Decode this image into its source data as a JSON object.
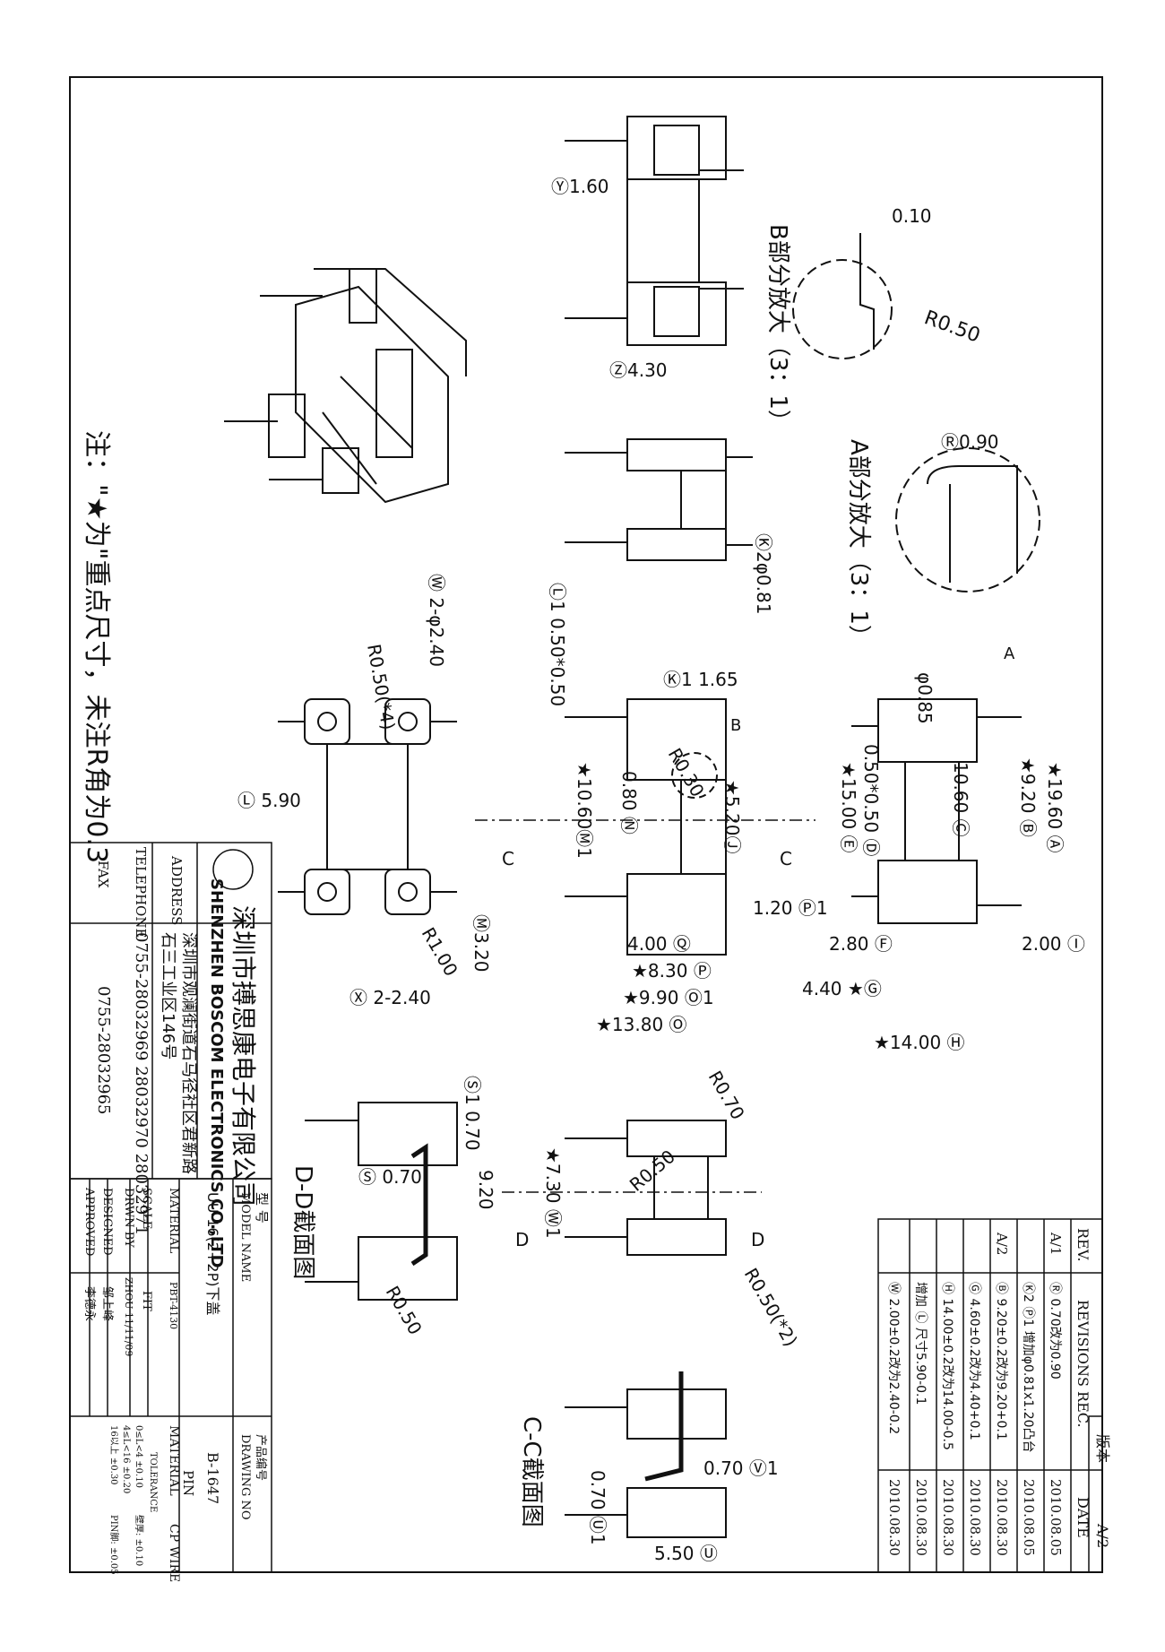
{
  "note": "注：\"★为\"重点尺寸，未注R角为0.3",
  "company": {
    "name_cn": "深圳市搏思康电子有限公司",
    "name_en": "SHENZHEN BOSCOM ELECTRONICS CO.,LTD",
    "address_label": "ADDRESS",
    "address_line1": "深圳市观澜街道石马径社区君新路",
    "address_line2": "石三工业区146号",
    "telephone_label": "TELEPHONE",
    "telephone": "0755-28032969 28032970 28032971",
    "fax_label": "FAX",
    "fax": "0755-28032965"
  },
  "title_block": {
    "model_label_cn": "型 号",
    "model_label": "MODEL NAME",
    "model_value": "UU-16(2+2P)下盖",
    "material_label": "MATERIAL",
    "material_value": "PBT-4130",
    "scale_label": "SCALE",
    "scale_value": "FIT",
    "drwn_label": "DRWN BY",
    "drwn_value": "ZHOU 11/11/09",
    "designed_label": "DESIGNED",
    "designed_value": "邹上峰",
    "approved_label": "APPROVED",
    "approved_value": "李德永",
    "drawing_label_cn": "产品编号",
    "drawing_label": "DRAWING NO",
    "drawing_value": "B-1647",
    "pin_label": "PIN",
    "pin_material_label": "MATERIAL",
    "pin_material_value": "CP WIRE",
    "tolerance_label": "TOLERANCE",
    "tol_1": "0≤L<4   ±0.10",
    "tol_2": "4≤L<16  ±0.20",
    "tol_3": "16以上   ±0.30",
    "tol_4": "壁厚: ±0.10",
    "tol_5": "PIN脚: ±0.05"
  },
  "revisions": {
    "version_label": "版本",
    "version_value": "A/2",
    "header_rev": "REV.",
    "header_rec": "REVISIONS REC.",
    "header_date": "DATE",
    "rows": [
      {
        "rev": "A/1",
        "text": "Ⓡ 0.70改为0.90",
        "date": "2010.08.05"
      },
      {
        "rev": "",
        "text": "Ⓚ2 Ⓟ1 增加φ0.81x1.20凸台",
        "date": "2010.08.05"
      },
      {
        "rev": "A/2",
        "text": "Ⓑ 9.20±0.2改为9.20+0.1",
        "date": "2010.08.30"
      },
      {
        "rev": "",
        "text": "Ⓖ 4.60±0.2改为4.40+0.1",
        "date": "2010.08.30"
      },
      {
        "rev": "",
        "text": "Ⓗ 14.00±0.2改为14.00-0.5",
        "date": "2010.08.30"
      },
      {
        "rev": "",
        "text": "增加 Ⓛ 尺寸5.90-0.1",
        "date": "2010.08.30"
      },
      {
        "rev": "",
        "text": "Ⓦ 2.00±0.2改为2.40-0.2",
        "date": "2010.08.30"
      }
    ]
  },
  "views": {
    "detail_b": "B部分放大（3：1）",
    "detail_a": "A部分放大（3：1）",
    "section_dd": "D-D截面图",
    "section_cc": "C-C截面图"
  },
  "dims": {
    "y": "Ⓨ1.60",
    "z": "Ⓩ4.30",
    "b010": "0.10",
    "b050": "R0.50",
    "r090": "Ⓡ0.90",
    "k2": "Ⓚ2φ0.81",
    "l1": "Ⓛ1 0.50*0.50",
    "w": "Ⓦ 2-φ2.40",
    "r050x4": "R0.50(*4)",
    "l": "Ⓛ 5.90",
    "m": "Ⓜ3.20",
    "x": "Ⓧ 2-2.40",
    "r100": "R1.00",
    "k1": "Ⓚ1 1.65",
    "r030": "R0.30",
    "m1": "★10.60Ⓜ1",
    "n": "0.80 Ⓝ",
    "j": "★5.20Ⓙ",
    "p1": "1.20 Ⓟ1",
    "q": "4.00 Ⓠ",
    "p": "★8.30 Ⓟ",
    "o1": "★9.90 Ⓞ1",
    "o": "★13.80 Ⓞ",
    "a": "★19.60 Ⓐ",
    "b": "★9.20 Ⓑ",
    "c": "10.60 Ⓒ",
    "d": "0.50*0.50 Ⓓ",
    "e": "★15.00 Ⓔ",
    "f": "2.80 Ⓕ",
    "i": "2.00 Ⓘ",
    "g": "4.40 ★Ⓖ",
    "h": "★14.00 Ⓗ",
    "phi085": "φ0.85",
    "s1": "Ⓢ1 0.70",
    "s": "Ⓢ 0.70",
    "w1": "★7.30 Ⓦ1",
    "dd920": "9.20",
    "r070": "R0.70",
    "r050b": "R0.50",
    "r050c": "R0.50",
    "r050x2": "R0.50(*2)",
    "v1": "0.70 Ⓥ1",
    "u1": "0.70 Ⓤ1",
    "u": "5.50 Ⓤ",
    "label_a": "A",
    "label_b": "B",
    "cut_c": "C",
    "cut_d": "D"
  }
}
